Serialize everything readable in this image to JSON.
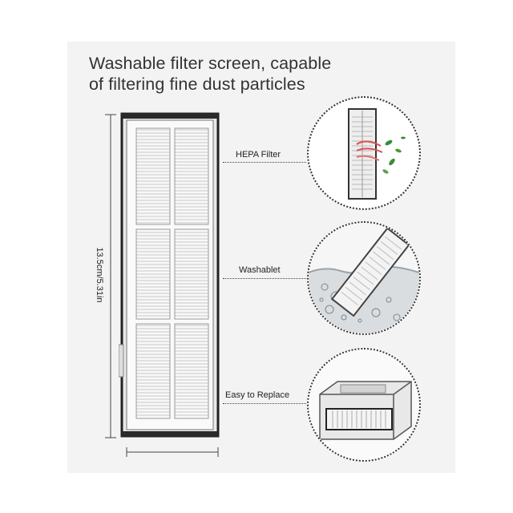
{
  "title": {
    "line1": "Washable filter screen, capable",
    "line2": "of filtering fine dust particles"
  },
  "dimension": {
    "height_label": "13.5cm/5.31in"
  },
  "callouts": [
    {
      "label": "HEPA  Filter"
    },
    {
      "label": "Washablet"
    },
    {
      "label": "Easy to Replace"
    }
  ]
}
